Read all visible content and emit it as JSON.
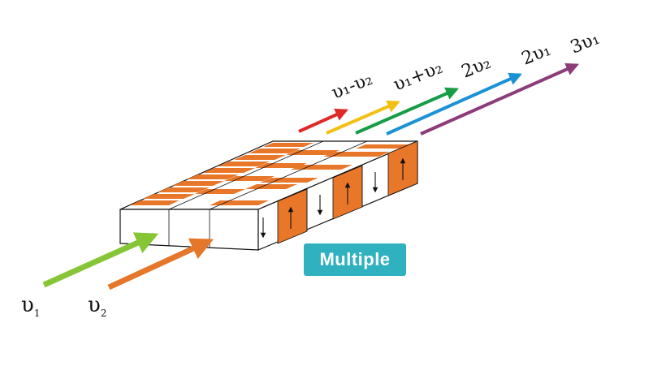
{
  "badge": {
    "label": "Multiple",
    "color": "#2fb1bf"
  },
  "inputs": [
    {
      "main": "υ",
      "sub": "1",
      "color": "#86c535"
    },
    {
      "main": "υ",
      "sub": "2",
      "color": "#e5772a"
    }
  ],
  "outputs": [
    {
      "text": "υ₁-υ₂",
      "color": "#e02826"
    },
    {
      "text": "υ₁+υ₂",
      "color": "#f2c014"
    },
    {
      "text": "2υ₂",
      "color": "#189c45"
    },
    {
      "text": "2υ₁",
      "color": "#1b92d6"
    },
    {
      "text": "3υ₁",
      "color": "#8d3c7a"
    }
  ],
  "crystal": {
    "domain_color": "#e8772a",
    "edge_color": "#111111"
  }
}
